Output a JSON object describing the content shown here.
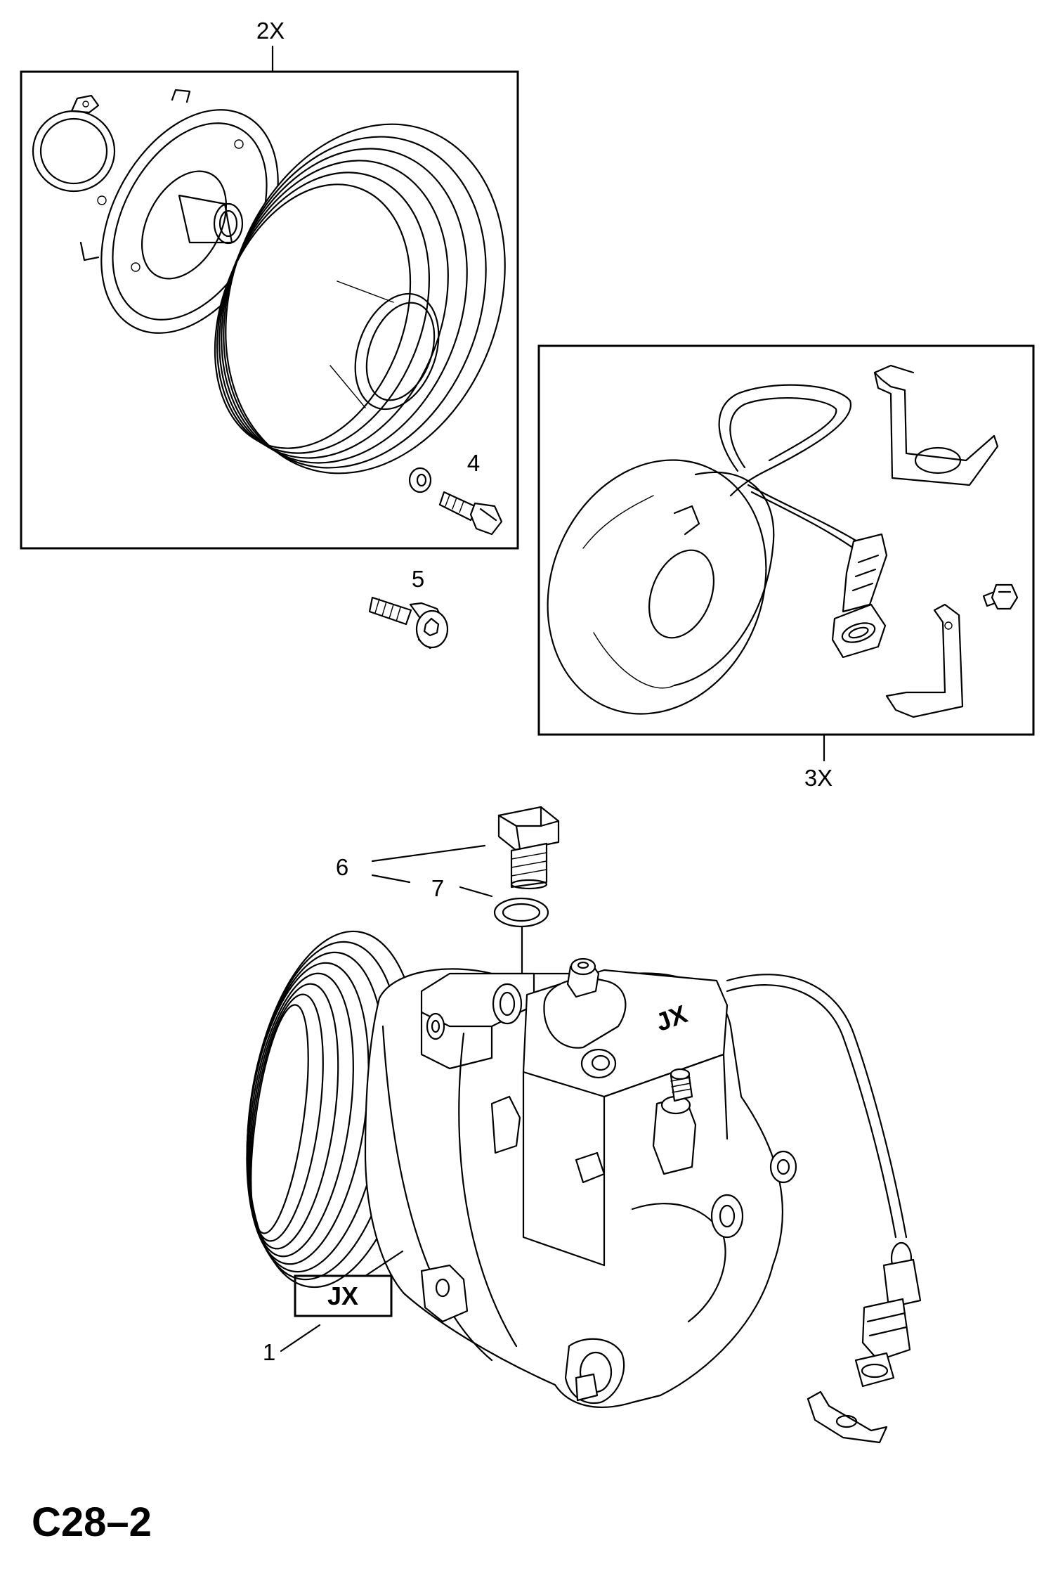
{
  "callouts": {
    "assembly_2x": "2X",
    "assembly_3x": "3X",
    "part_1": "1",
    "part_4": "4",
    "part_5": "5",
    "part_6": "6",
    "part_7": "7"
  },
  "badge": {
    "label": "JX"
  },
  "housing_marking": "JX",
  "page_code": "C28–2"
}
